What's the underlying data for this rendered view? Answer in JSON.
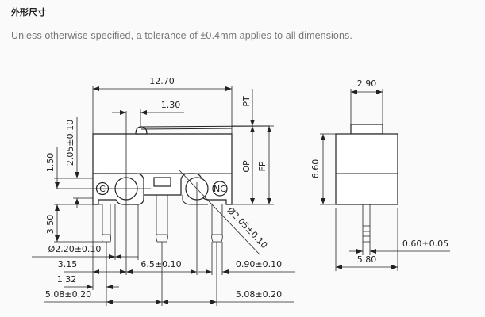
{
  "heading": "外形尺寸",
  "note": "Unless otherwise specified, a tolerance of ±0.4mm applies to all dimensions.",
  "front_view": {
    "width": "12.70",
    "lever_offset": "1.30",
    "pt": "PT",
    "op": "OP",
    "fp": "FP",
    "dim_150": "1.50",
    "dim_205": "2.05±0.10",
    "dim_350": "3.50",
    "terminal_c": "C",
    "terminal_nc": "NC",
    "hole_dia": "Ø2.20±0.10",
    "mount_dia": "Ø2.05±0.10",
    "dim_315": "3.15",
    "dim_65": "6.5±0.10",
    "dim_090": "0.90±0.10",
    "dim_132": "1.32",
    "pitch_left": "5.08±0.20",
    "pitch_right": "5.08±0.20"
  },
  "side_view": {
    "plunger_width": "2.90",
    "height": "6.60",
    "pin_width": "0.60±0.05",
    "body_width": "5.80"
  }
}
